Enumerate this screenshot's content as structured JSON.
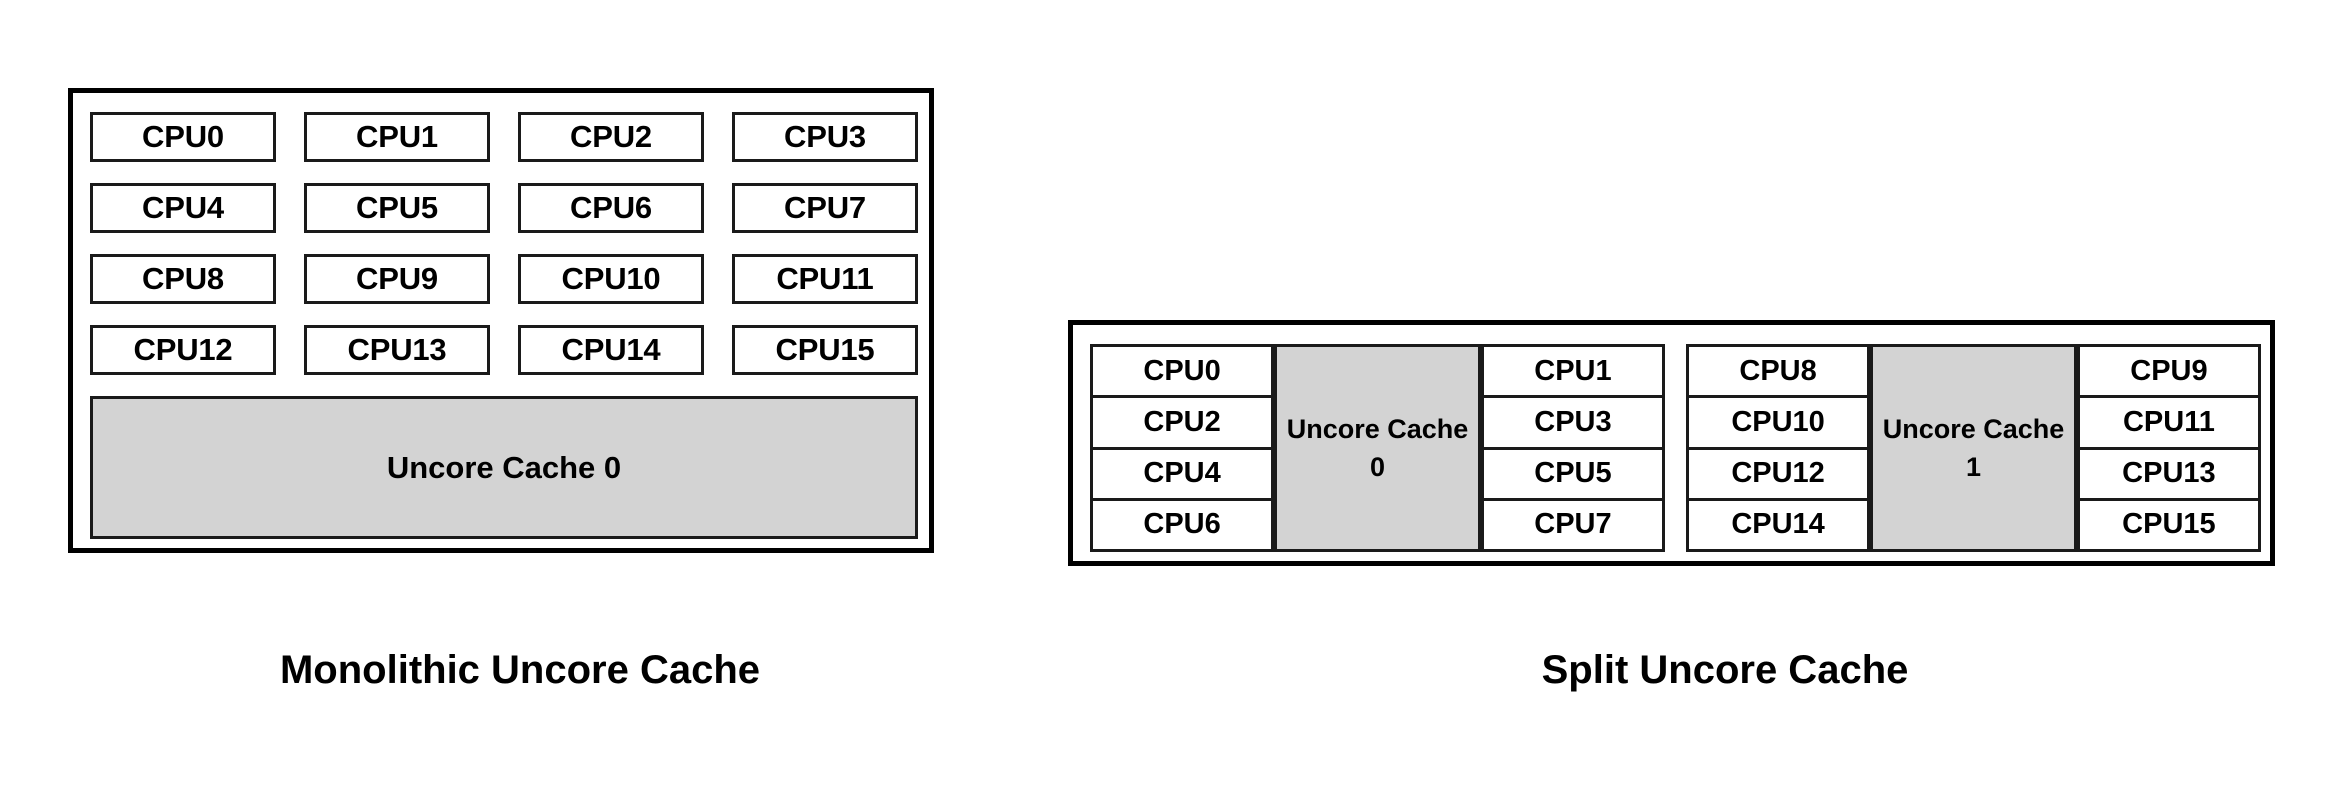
{
  "diagram": {
    "title_left": "Monolithic Uncore Cache",
    "title_right": "Split Uncore Cache",
    "colors": {
      "cache_fill": "#d3d3d3",
      "box_fill": "#ffffff",
      "stroke": "#000000"
    }
  },
  "monolithic": {
    "caption": "Monolithic Uncore Cache",
    "cpus": [
      "CPU0",
      "CPU1",
      "CPU2",
      "CPU3",
      "CPU4",
      "CPU5",
      "CPU6",
      "CPU7",
      "CPU8",
      "CPU9",
      "CPU10",
      "CPU11",
      "CPU12",
      "CPU13",
      "CPU14",
      "CPU15"
    ],
    "cache_label": "Uncore Cache 0"
  },
  "split": {
    "caption": "Split Uncore Cache",
    "groups": [
      {
        "left_cpus": [
          "CPU0",
          "CPU2",
          "CPU4",
          "CPU6"
        ],
        "cache_label": "Uncore Cache 0",
        "right_cpus": [
          "CPU1",
          "CPU3",
          "CPU5",
          "CPU7"
        ]
      },
      {
        "left_cpus": [
          "CPU8",
          "CPU10",
          "CPU12",
          "CPU14"
        ],
        "cache_label": "Uncore Cache 1",
        "right_cpus": [
          "CPU9",
          "CPU11",
          "CPU13",
          "CPU15"
        ]
      }
    ]
  }
}
